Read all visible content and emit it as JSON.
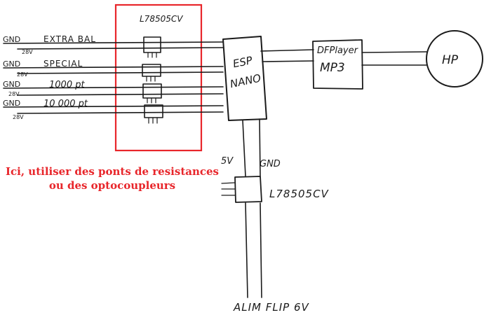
{
  "colors": {
    "ink": "#1b1b1b",
    "highlight": "#e8262b"
  },
  "regulator_top": {
    "label": "L78505CV"
  },
  "inputs": [
    {
      "gnd": "GND",
      "name": "EXTRA BAL",
      "voltage": "28V"
    },
    {
      "gnd": "GND",
      "name": "SPECIAL",
      "voltage": "28V"
    },
    {
      "gnd": "GND",
      "name": "1000 pt",
      "voltage": "28V"
    },
    {
      "gnd": "GND",
      "name": "10 000 pt",
      "voltage": "28V"
    }
  ],
  "esp": {
    "line1": "ESP",
    "line2": "NANO"
  },
  "player": {
    "line1": "DFPlayer",
    "line2": "MP3"
  },
  "speaker": {
    "label": "HP"
  },
  "regulator_bottom": {
    "label": "L78505CV",
    "pin_left": "5V",
    "pin_right": "GND"
  },
  "supply": {
    "label": "ALIM FLIP 6V"
  },
  "annotation": {
    "line1": "Ici, utiliser des ponts de resistances",
    "line2": "ou des optocoupleurs"
  }
}
